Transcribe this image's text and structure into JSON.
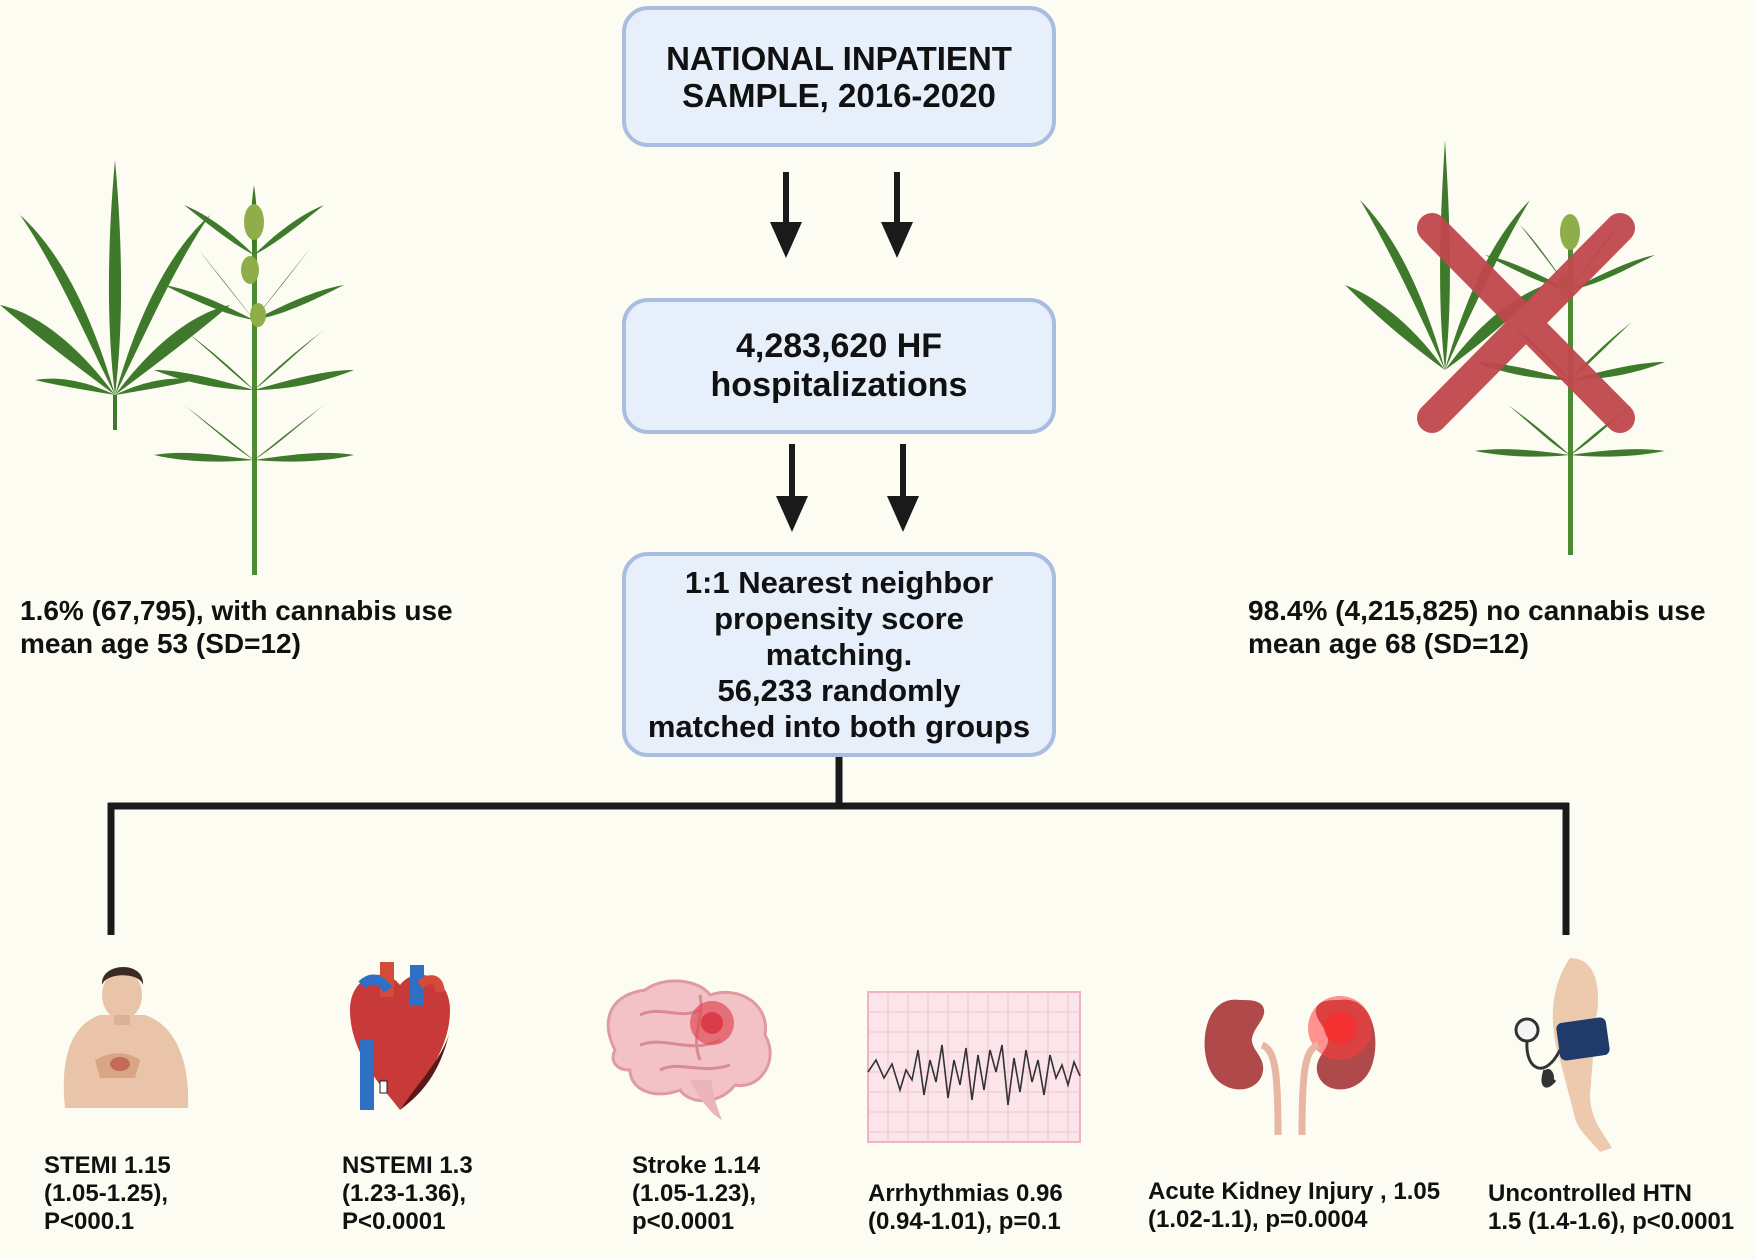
{
  "boxes": {
    "source": {
      "lines": [
        "NATIONAL INPATIENT",
        "SAMPLE, 2016-2020"
      ]
    },
    "cohort": {
      "lines": [
        "4,283,620 HF",
        "hospitalizations"
      ]
    },
    "matching": {
      "lines": [
        "1:1 Nearest neighbor",
        "propensity score",
        "matching.",
        "56,233 randomly",
        "matched into both groups"
      ]
    }
  },
  "groups": {
    "cannabis": {
      "lines": [
        "1.6% (67,795), with cannabis use",
        "mean age 53 (SD=12)"
      ]
    },
    "no_cannabis": {
      "lines": [
        "98.4% (4,215,825) no cannabis use",
        "mean age 68 (SD=12)"
      ]
    }
  },
  "outcomes": [
    {
      "icon": "man-chest-pain-icon",
      "lines": [
        "STEMI 1.15",
        "(1.05-1.25),",
        "P<000.1"
      ]
    },
    {
      "icon": "heart-icon",
      "lines": [
        "NSTEMI 1.3",
        "(1.23-1.36),",
        "P<0.0001"
      ]
    },
    {
      "icon": "brain-icon",
      "lines": [
        "Stroke 1.14",
        "(1.05-1.23),",
        "p<0.0001"
      ]
    },
    {
      "icon": "ecg-icon",
      "lines": [
        "Arrhythmias 0.96",
        "(0.94-1.01), p=0.1"
      ]
    },
    {
      "icon": "kidneys-icon",
      "lines": [
        "Acute Kidney Injury , 1.05",
        "(1.02-1.1), p=0.0004"
      ]
    },
    {
      "icon": "blood-pressure-cuff-icon",
      "lines": [
        "Uncontrolled HTN",
        "1.5 (1.4-1.6), p<0.0001"
      ]
    }
  ],
  "colors": {
    "background": "#fdfcf3",
    "box_fill": "#e6effa",
    "box_border": "#a9bde0",
    "leaf": "#3f7a2c",
    "cross": "#c0474d"
  }
}
